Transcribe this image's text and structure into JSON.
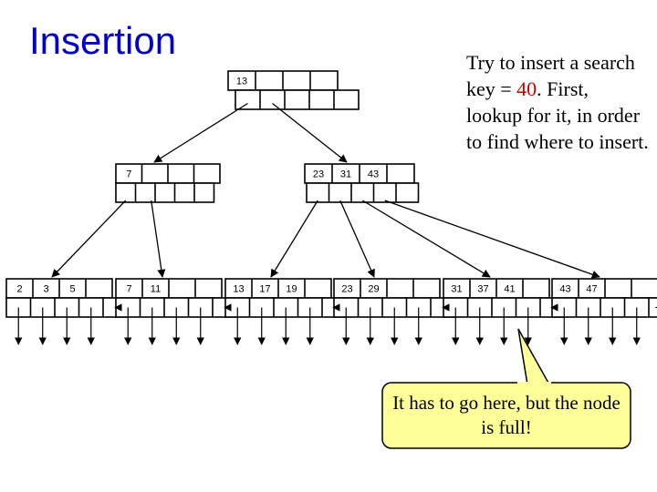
{
  "title": "Insertion",
  "note": {
    "before": "Try to insert a search key = ",
    "key": "40",
    "after": ". First, lookup for it, in order to find where to insert."
  },
  "callout": "It has to go here, but the node is full!",
  "colors": {
    "title": "#0000cc",
    "highlight": "#cc0000",
    "callout_fill": "#ffff99"
  },
  "tree": {
    "root": [
      "13",
      "",
      "",
      ""
    ],
    "internal": [
      [
        "7",
        "",
        "",
        ""
      ],
      [
        "23",
        "31",
        "43",
        ""
      ]
    ],
    "leaves": [
      [
        "2",
        "3",
        "5",
        ""
      ],
      [
        "7",
        "11",
        "",
        ""
      ],
      [
        "13",
        "17",
        "19",
        ""
      ],
      [
        "23",
        "29",
        "",
        ""
      ],
      [
        "31",
        "37",
        "41",
        ""
      ],
      [
        "43",
        "47",
        "",
        ""
      ]
    ]
  }
}
